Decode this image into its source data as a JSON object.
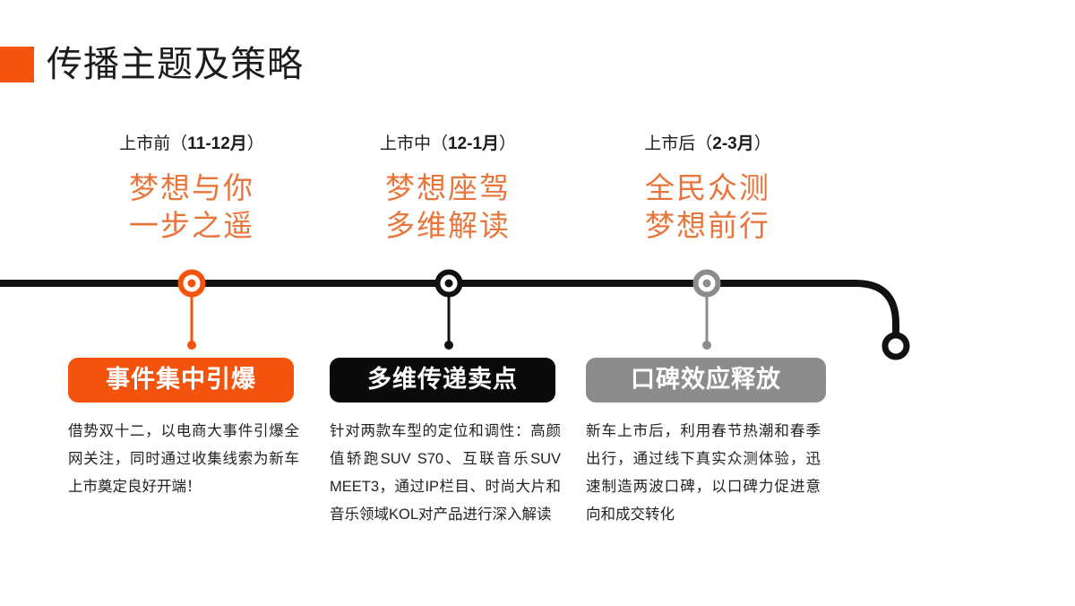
{
  "slide": {
    "title": "传播主题及策略",
    "accent_color": "#F4530E",
    "background_color": "#FFFFFF"
  },
  "timeline": {
    "line_color": "#111111",
    "end_marker": "ring-end-marker",
    "markers": [
      {
        "id": "marker-pre-launch",
        "color": "#F4530E"
      },
      {
        "id": "marker-during-launch",
        "color": "#111111"
      },
      {
        "id": "marker-post-launch",
        "color": "#8c8c8c"
      }
    ]
  },
  "phases": [
    {
      "stage_label": "上市前",
      "date_range": "11-12月",
      "slogan_line1": "梦想与你",
      "slogan_line2": "一步之遥",
      "slogan_color": "#E8763C",
      "badge": "事件集中引爆",
      "badge_color": "#F4530E",
      "body": "借势双十二，以电商大事件引爆全网关注，同时通过收集线索为新车上市奠定良好开端！"
    },
    {
      "stage_label": "上市中",
      "date_range": "12-1月",
      "slogan_line1": "梦想座驾",
      "slogan_line2": "多维解读",
      "slogan_color": "#E8763C",
      "badge": "多维传递卖点",
      "badge_color": "#0A0A0A",
      "body": "针对两款车型的定位和调性：高颜值轿跑SUV S70、互联音乐SUV MEET3，通过IP栏目、时尚大片和音乐领域KOL对产品进行深入解读"
    },
    {
      "stage_label": "上市后",
      "date_range": "2-3月",
      "slogan_line1": "全民众测",
      "slogan_line2": "梦想前行",
      "slogan_color": "#E8763C",
      "badge": "口碑效应释放",
      "badge_color": "#8C8C8C",
      "body": "新车上市后，利用春节热潮和春季出行，通过线下真实众测体验，迅速制造两波口碑，以口碑力促进意向和成交转化"
    }
  ],
  "punctuation": {
    "paren_open": "（",
    "paren_close": "）"
  }
}
